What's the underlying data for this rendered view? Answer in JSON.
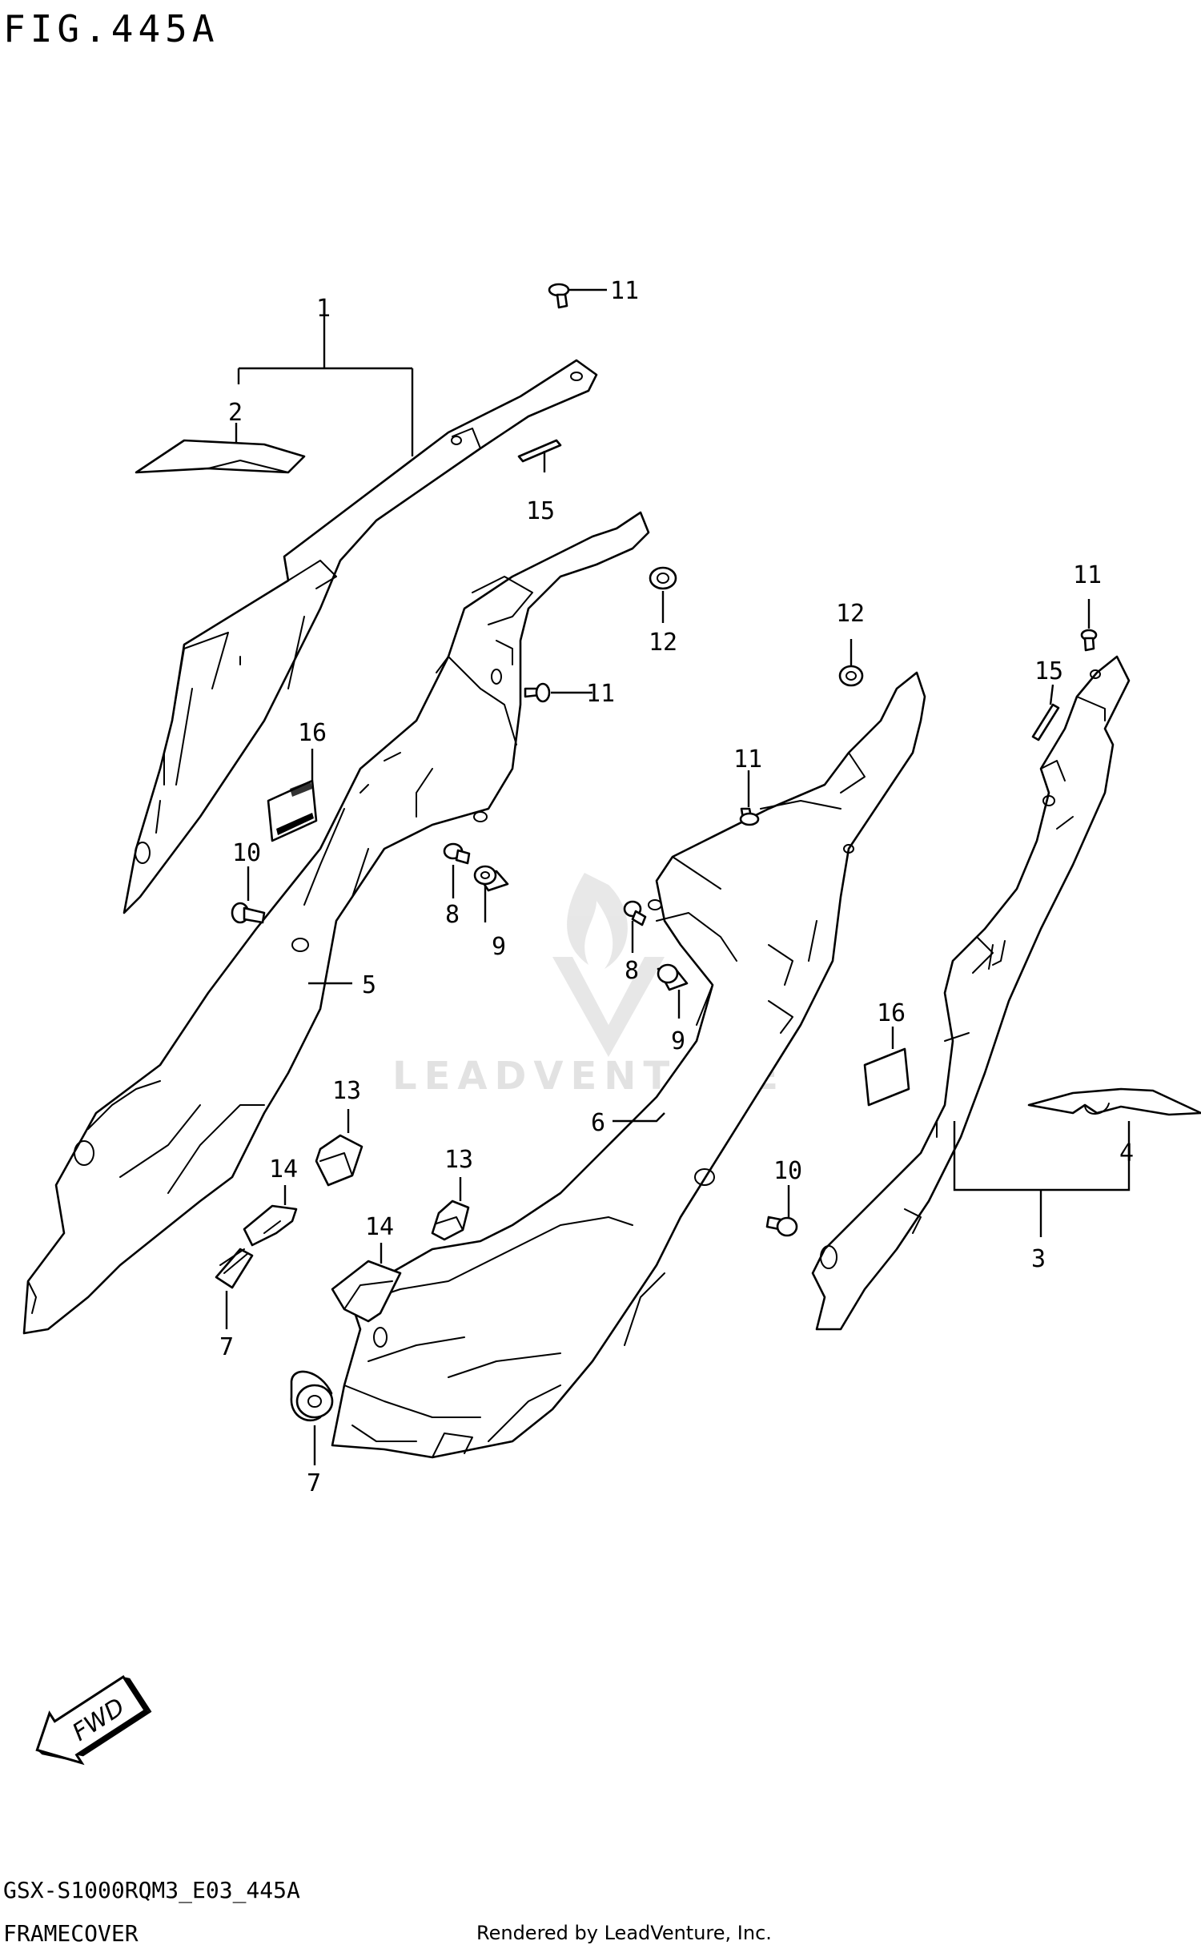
{
  "figure": {
    "title": "FIG.445A",
    "model_code": "GSX-S1000RQM3_E03_445A",
    "section_name": "FRAMECOVER",
    "credit": "Rendered by LeadVenture, Inc.",
    "watermark": "LEADVENTURE"
  },
  "fwd_arrow": {
    "label": "FWD"
  },
  "callouts": [
    {
      "id": "c1",
      "label": "1"
    },
    {
      "id": "c2",
      "label": "2"
    },
    {
      "id": "c3",
      "label": "3"
    },
    {
      "id": "c4",
      "label": "4"
    },
    {
      "id": "c5",
      "label": "5"
    },
    {
      "id": "c6",
      "label": "6"
    },
    {
      "id": "c7a",
      "label": "7"
    },
    {
      "id": "c7b",
      "label": "7"
    },
    {
      "id": "c8a",
      "label": "8"
    },
    {
      "id": "c8b",
      "label": "8"
    },
    {
      "id": "c9a",
      "label": "9"
    },
    {
      "id": "c9b",
      "label": "9"
    },
    {
      "id": "c10a",
      "label": "10"
    },
    {
      "id": "c10b",
      "label": "10"
    },
    {
      "id": "c11a",
      "label": "11"
    },
    {
      "id": "c11b",
      "label": "11"
    },
    {
      "id": "c11c",
      "label": "11"
    },
    {
      "id": "c11d",
      "label": "11"
    },
    {
      "id": "c12a",
      "label": "12"
    },
    {
      "id": "c12b",
      "label": "12"
    },
    {
      "id": "c13a",
      "label": "13"
    },
    {
      "id": "c13b",
      "label": "13"
    },
    {
      "id": "c14a",
      "label": "14"
    },
    {
      "id": "c14b",
      "label": "14"
    },
    {
      "id": "c15a",
      "label": "15"
    },
    {
      "id": "c15b",
      "label": "15"
    },
    {
      "id": "c16a",
      "label": "16"
    },
    {
      "id": "c16b",
      "label": "16"
    }
  ]
}
